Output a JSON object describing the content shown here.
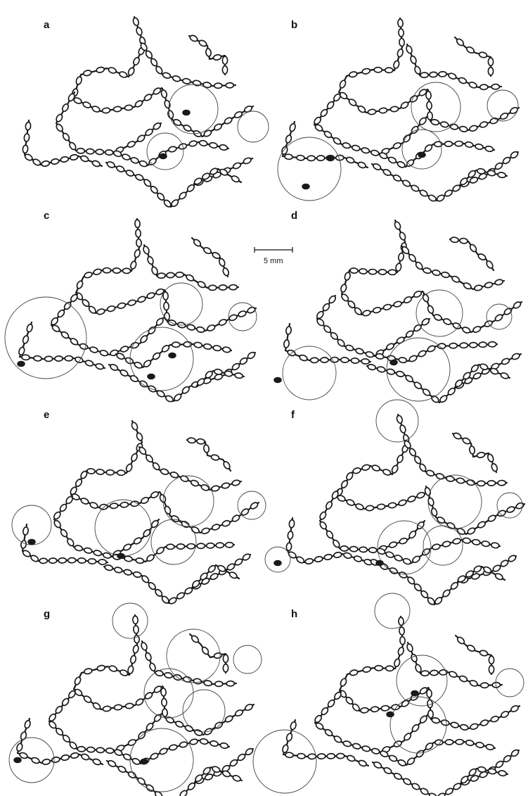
{
  "panels": [
    {
      "label": "a"
    },
    {
      "label": "b"
    },
    {
      "label": "c"
    },
    {
      "label": "d"
    },
    {
      "label": "e"
    },
    {
      "label": "f"
    },
    {
      "label": "g"
    },
    {
      "label": "h"
    }
  ],
  "scale_bar": {
    "label": "5 mm"
  },
  "colors": {
    "ink": "#1a1a1a",
    "background": "#ffffff"
  }
}
